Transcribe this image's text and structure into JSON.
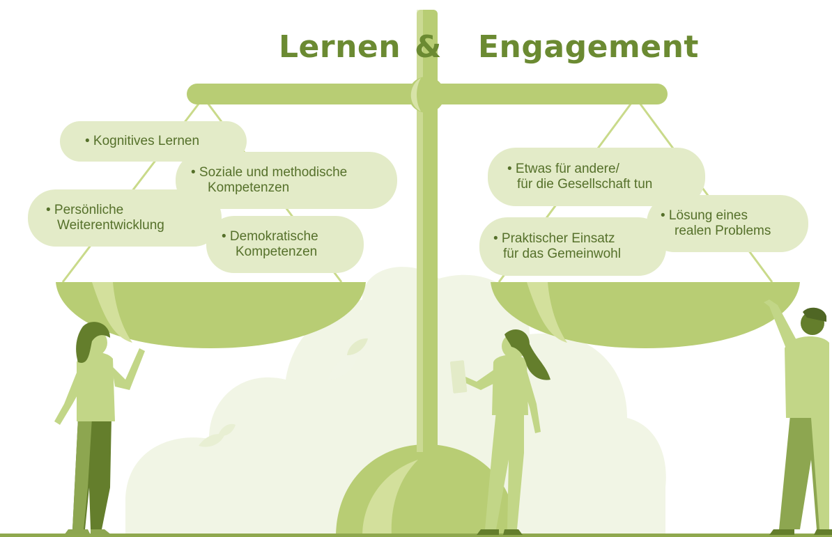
{
  "title": {
    "left": "Lernen",
    "amp": "&",
    "right": "Engagement"
  },
  "left_items": [
    {
      "lines": [
        "• Kognitives Lernen"
      ]
    },
    {
      "lines": [
        "• Soziale und methodische",
        "Kompetenzen"
      ]
    },
    {
      "lines": [
        "• Persönliche",
        "Weiterentwicklung"
      ]
    },
    {
      "lines": [
        "• Demokratische",
        "Kompetenzen"
      ]
    }
  ],
  "right_items": [
    {
      "lines": [
        "• Etwas für andere/",
        "für die Gesellschaft tun"
      ]
    },
    {
      "lines": [
        "• Lösung eines",
        "realen Problems"
      ]
    },
    {
      "lines": [
        "• Praktischer Einsatz",
        "für das Gemeinwohl"
      ]
    }
  ],
  "colors": {
    "title": "#6b8a32",
    "text": "#55702a",
    "bubble": "#e3ebc8",
    "beam": "#b8cd74",
    "beam_light": "#d7e3a8",
    "pan": "#b8cd74",
    "pan_light": "#d3e09c",
    "background_shape": "#f1f5e5",
    "rope": "#c9da8a",
    "person_light": "#c2d687",
    "person_mid": "#8da650",
    "person_dark": "#647e2c",
    "ground": "#8fa84e"
  },
  "icons": {
    "scale": "balance-scale-icon",
    "people": [
      "person-left-icon",
      "person-middle-icon",
      "person-right-icon"
    ],
    "plants": "leaf-icon"
  }
}
